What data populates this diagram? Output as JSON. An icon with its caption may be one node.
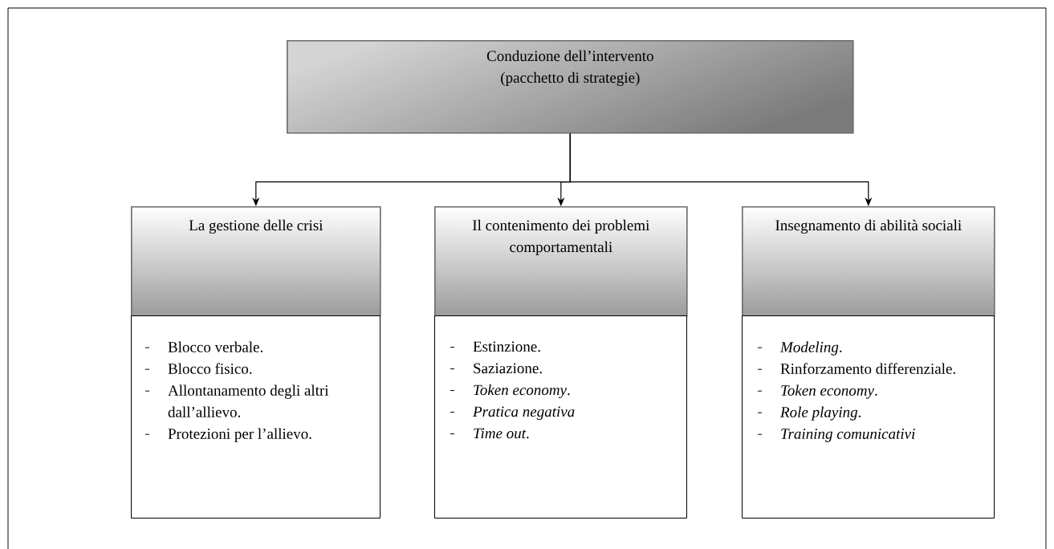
{
  "diagram": {
    "nodes": [
      {
        "text": [
          "Conduzione dell’intervento",
          "(pacchetto di strategie)"
        ]
      },
      {
        "text": [
          "La gestione delle crisi"
        ]
      },
      {
        "text": [
          "Il contenimento dei problemi comportamentali"
        ]
      },
      {
        "text": [
          "Insegnamento di abilità sociali"
        ]
      },
      {
        "text": [
          "Blocco verbale.",
          "Blocco fisico.",
          "Allontanamento degli altri dall’allievo.",
          "Protezioni per l’allievo."
        ]
      },
      {
        "text": [
          "Estinzione.",
          "Saziazione.",
          "*Token economy*.",
          "*Pratica negativa*",
          "*Time out*."
        ]
      },
      {
        "text": [
          "*Modeling*.",
          "Rinforzamento differenziale.",
          "*Token economy*.",
          "*Role playing*.",
          "*Training comunicativi*"
        ]
      }
    ],
    "edges": [
      {
        "from": 0,
        "to": 1,
        "arrow": "to"
      },
      {
        "from": 0,
        "to": 2,
        "arrow": "to"
      },
      {
        "from": 0,
        "to": 3,
        "arrow": "to"
      }
    ]
  }
}
